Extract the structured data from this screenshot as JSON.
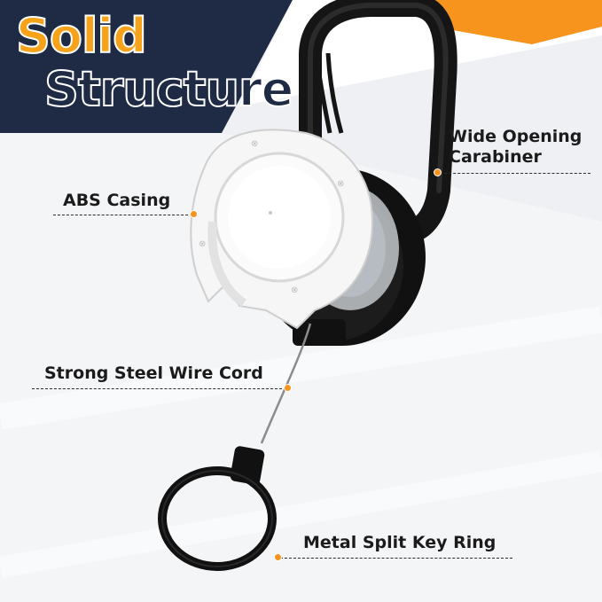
{
  "title": {
    "line1": "Solid",
    "line2": "Structure"
  },
  "callouts": {
    "carabiner": {
      "line1": "Wide Opening",
      "line2": "Carabiner"
    },
    "casing": "ABS Casing",
    "wire": "Strong Steel Wire Cord",
    "ring": "Metal Split Key Ring"
  },
  "colors": {
    "navy": "#1f2a44",
    "orange": "#f7a21b",
    "background": "#eef0f3"
  }
}
